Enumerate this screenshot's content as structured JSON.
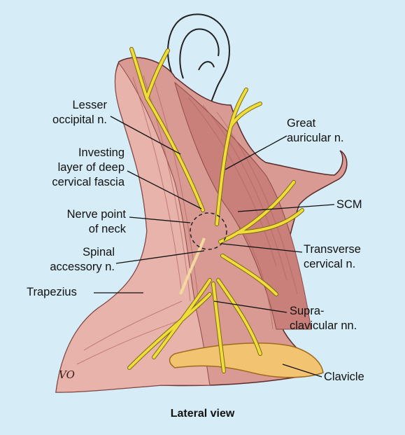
{
  "diagram": {
    "labels": {
      "lesser_occipital_l1": "Lesser",
      "lesser_occipital_l2": "occipital n.",
      "investing_l1": "Investing",
      "investing_l2": "layer of deep",
      "investing_l3": "cervical fascia",
      "nerve_point_l1": "Nerve point",
      "nerve_point_l2": "of neck",
      "spinal_l1": "Spinal",
      "spinal_l2": "accessory n.",
      "trapezius": "Trapezius",
      "great_auricular_l1": "Great",
      "great_auricular_l2": "auricular n.",
      "scm": "SCM",
      "transverse_l1": "Transverse",
      "transverse_l2": "cervical n.",
      "supra_l1": "Supra-",
      "supra_l2": "clavicular nn.",
      "clavicle": "Clavicle"
    },
    "caption": "Lateral view",
    "signature": "VO"
  },
  "colors": {
    "background": "#d6ecf6",
    "muscle": "#d99a93",
    "muscle_dark": "#b9716c",
    "nerve": "#f0dc3a",
    "nerve_outline": "#7a6a10",
    "clavicle": "#f2c472",
    "skin": "#e6b3a8"
  }
}
